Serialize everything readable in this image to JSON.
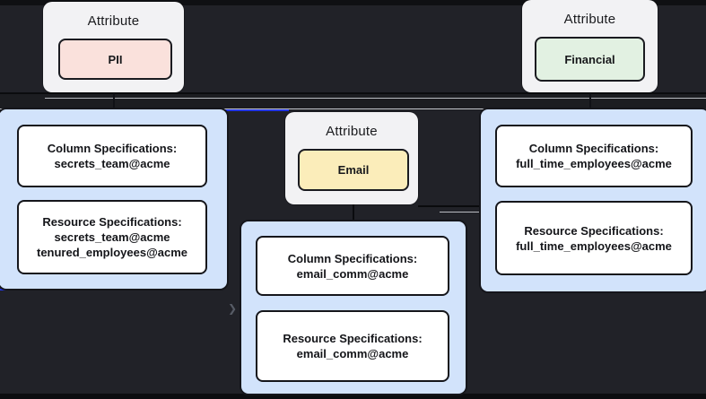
{
  "diagram": {
    "nodes": {
      "pii": {
        "title": "Attribute",
        "tag": "PII"
      },
      "financial": {
        "title": "Attribute",
        "tag": "Financial"
      },
      "email": {
        "title": "Attribute",
        "tag": "Email"
      },
      "pii_specs": {
        "column_title": "Column Specifications:",
        "column_line1": "secrets_team@acme",
        "resource_title": "Resource Specifications:",
        "resource_line1": "secrets_team@acme",
        "resource_line2": "tenured_employees@acme"
      },
      "email_specs": {
        "column_title": "Column Specifications:",
        "column_line1": "email_comm@acme",
        "resource_title": "Resource Specifications:",
        "resource_line1": "email_comm@acme"
      },
      "financial_specs": {
        "column_title": "Column Specifications:",
        "column_line1": "full_time_employees@acme",
        "resource_title": "Resource Specifications:",
        "resource_line1": "full_time_employees@acme"
      }
    },
    "icons": {
      "edge_arrowhead": "❯"
    },
    "colors": {
      "background": "#212228",
      "attribute_card": "#f2f2f4",
      "pii_tag": "#fae1dc",
      "financial_tag": "#e2f1e2",
      "email_tag": "#fbedba",
      "spec_card": "#d2e3fb",
      "spec_box": "#ffffff",
      "node_border": "#15161b",
      "edge_blue": "#2235e6",
      "edge_dark": "#0a0b0e",
      "text": "#17181b"
    }
  }
}
